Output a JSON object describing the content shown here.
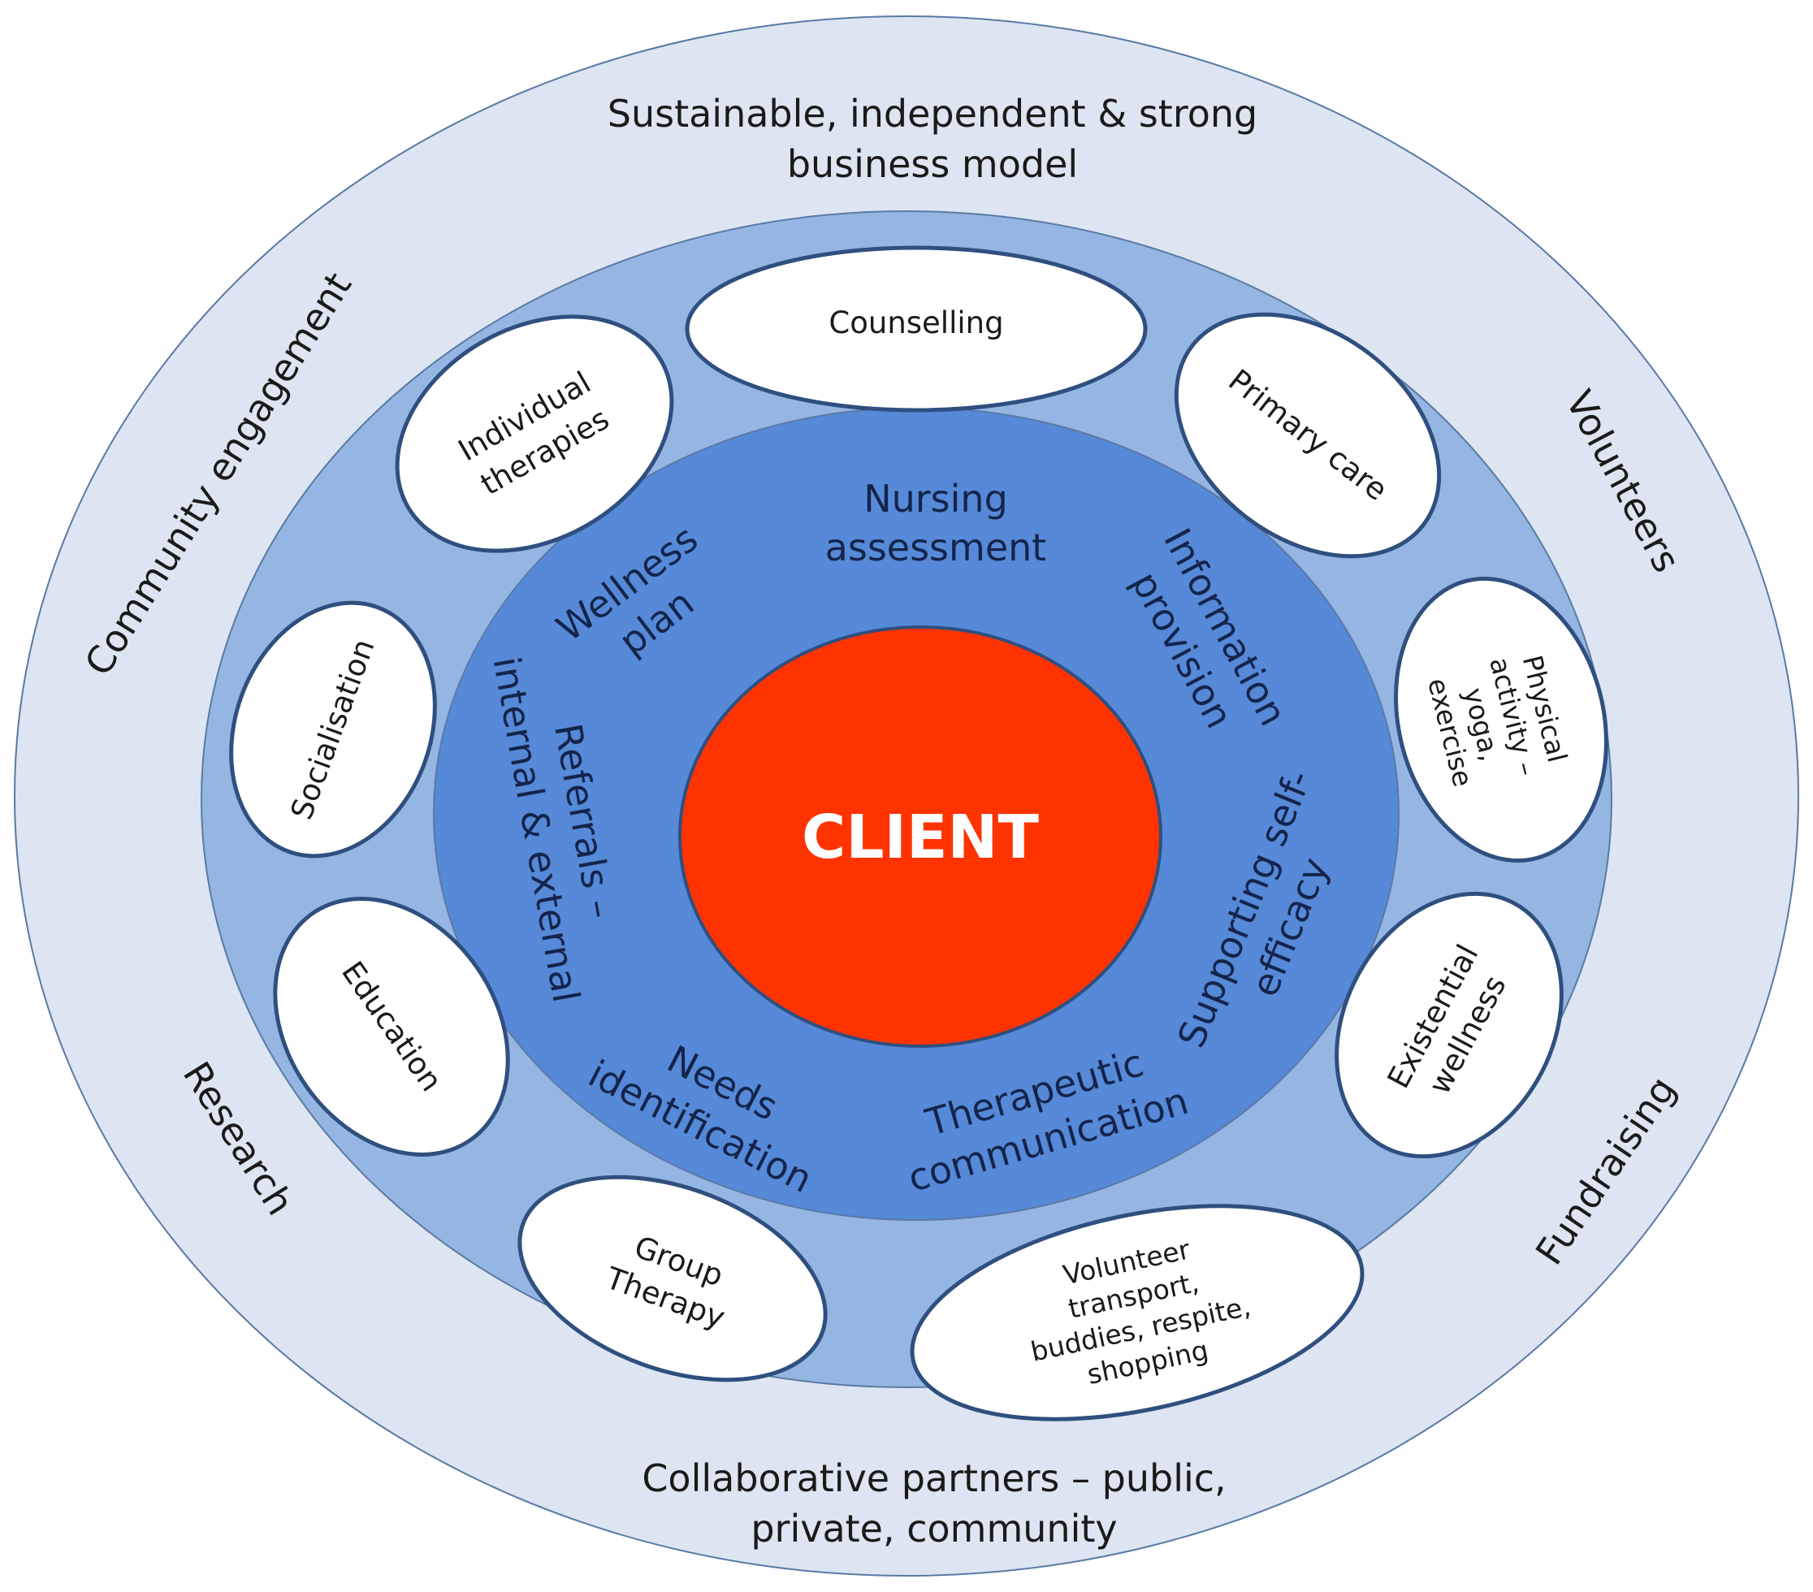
{
  "colors": {
    "outer_ring": "#dce5f1",
    "middle_ring": "#95b6e3",
    "inner_ring": "#5689d8",
    "client_fill": "#ff3300",
    "ring_border": "#5a79a4",
    "oval_fill": "#ffffff",
    "oval_border": "#2f4f7f"
  },
  "center": {
    "label": "CLIENT"
  },
  "outer_labels": {
    "top": [
      "Sustainable, independent & strong",
      "business model"
    ],
    "bottom": [
      "Collaborative partners – public,",
      "private, community"
    ],
    "left_top": "Community engagement",
    "right_top": "Volunteers",
    "left_bottom": "Research",
    "right_bottom": "Fundraising"
  },
  "nursing_functions": {
    "nursing_assessment": [
      "Nursing",
      "assessment"
    ],
    "wellness_plan": [
      "Wellness",
      "plan"
    ],
    "information_provision": [
      "Information",
      "provision"
    ],
    "referrals": [
      "Referrals –",
      "internal & external"
    ],
    "supporting_self_efficacy": [
      "Supporting self-",
      "efficacy"
    ],
    "needs_identification": [
      "Needs",
      "identification"
    ],
    "therapeutic_communication": [
      "Therapeutic",
      "communication"
    ]
  },
  "services": {
    "counselling": [
      "Counselling"
    ],
    "individual_therapies": [
      "Individual",
      "therapies"
    ],
    "primary_care": [
      "Primary care"
    ],
    "socialisation": [
      "Socialisation"
    ],
    "physical_activity": [
      "Physical",
      "activity –",
      "yoga,",
      "exercise"
    ],
    "education": [
      "Education"
    ],
    "existential_wellness": [
      "Existential",
      "wellness"
    ],
    "group_therapy": [
      "Group",
      "Therapy"
    ],
    "volunteer_transport": [
      "Volunteer",
      "transport,",
      "buddies, respite,",
      "shopping"
    ]
  }
}
